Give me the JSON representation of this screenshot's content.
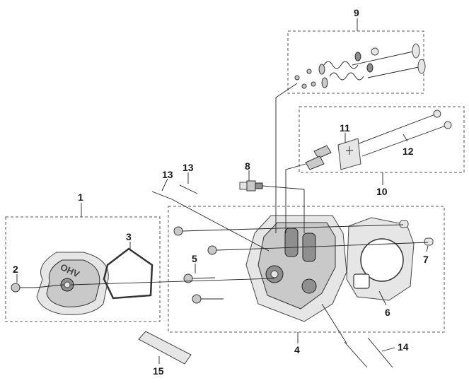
{
  "diagram": {
    "labels": {
      "cover_assembly": "1",
      "cover_bolt": "2",
      "cover_gasket": "3",
      "cylinder_head_assembly": "4",
      "head_bolts": "5",
      "head_gasket": "6",
      "dowel_pins": "7",
      "spark_plug": "8",
      "valve_kit": "9",
      "rocker_push_rod_kit": "10",
      "rocker_arm_guide": "11",
      "push_rods": "12",
      "studs_left": "13",
      "studs_right": "13",
      "exhaust_studs": "14",
      "breather_tube": "15"
    },
    "cover_embossed_text": "OHV"
  }
}
